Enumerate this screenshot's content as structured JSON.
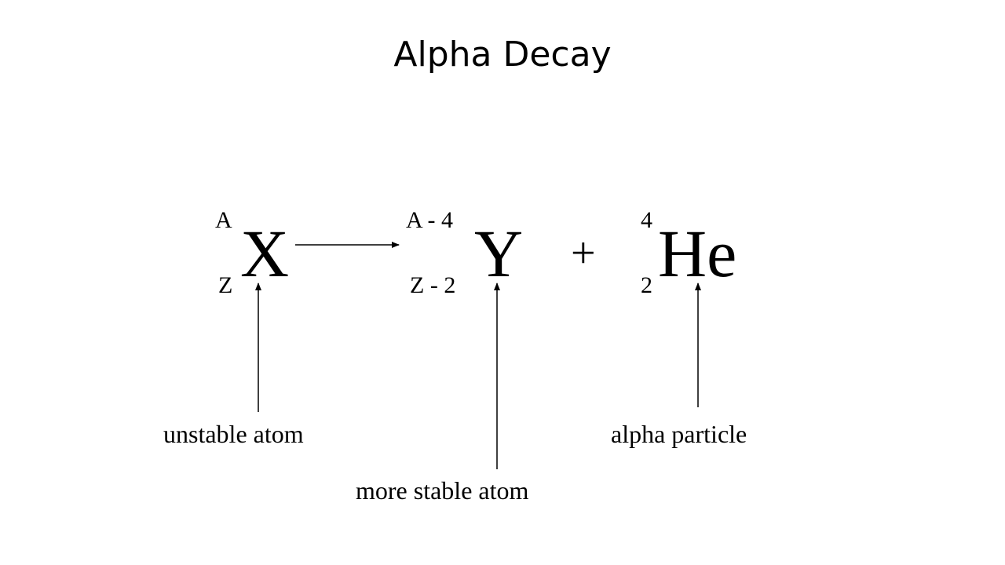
{
  "title": "Alpha Decay",
  "equation": {
    "parent": {
      "symbol": "X",
      "mass_number": "A",
      "atomic_number": "Z"
    },
    "daughter": {
      "symbol": "Y",
      "mass_number": "A - 4",
      "atomic_number": "Z - 2"
    },
    "operator": "+",
    "particle": {
      "symbol": "He",
      "mass_number": "4",
      "atomic_number": "2"
    }
  },
  "labels": {
    "parent": "unstable atom",
    "daughter": "more stable atom",
    "particle": "alpha particle"
  }
}
